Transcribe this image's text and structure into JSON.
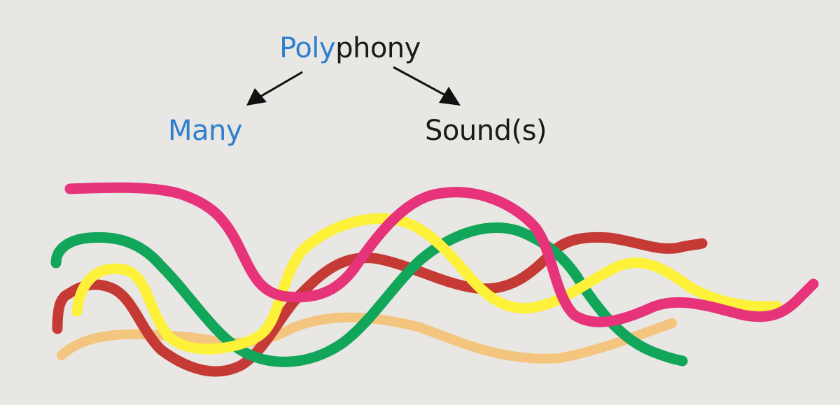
{
  "title": {
    "prefix": "Poly",
    "suffix": "phony"
  },
  "branches": {
    "left": {
      "label": "Many"
    },
    "right": {
      "label": "Sound(s)"
    }
  },
  "colors": {
    "prefix_text": "#2f7fcf",
    "suffix_text": "#1a1a1a",
    "background": "#e8e7e3"
  },
  "strands": [
    {
      "id": "orange",
      "color": "#f3c57e"
    },
    {
      "id": "red",
      "color": "#c53a34"
    },
    {
      "id": "green",
      "color": "#12a65a"
    },
    {
      "id": "yellow",
      "color": "#fdf13a"
    },
    {
      "id": "pink",
      "color": "#e6337a"
    }
  ]
}
